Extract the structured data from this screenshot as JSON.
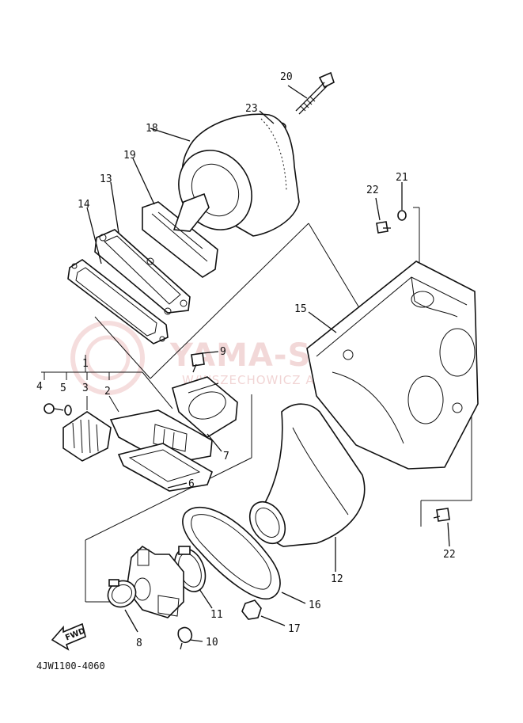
{
  "watermark": {
    "title": "YAMA-SKLEP.PL",
    "subtitle": "W/WSZECHOWICZ AUTOR YAMAHA"
  },
  "footer": {
    "code": "4JW1100-4060"
  },
  "fwd_arrow": {
    "label": "FWD"
  },
  "callouts": [
    "20",
    "23",
    "18",
    "19",
    "13",
    "14",
    "22",
    "21",
    "15",
    "9",
    "1",
    "4",
    "5",
    "3",
    "2",
    "7",
    "6",
    "12",
    "22",
    "16",
    "17",
    "11",
    "8",
    "10"
  ]
}
